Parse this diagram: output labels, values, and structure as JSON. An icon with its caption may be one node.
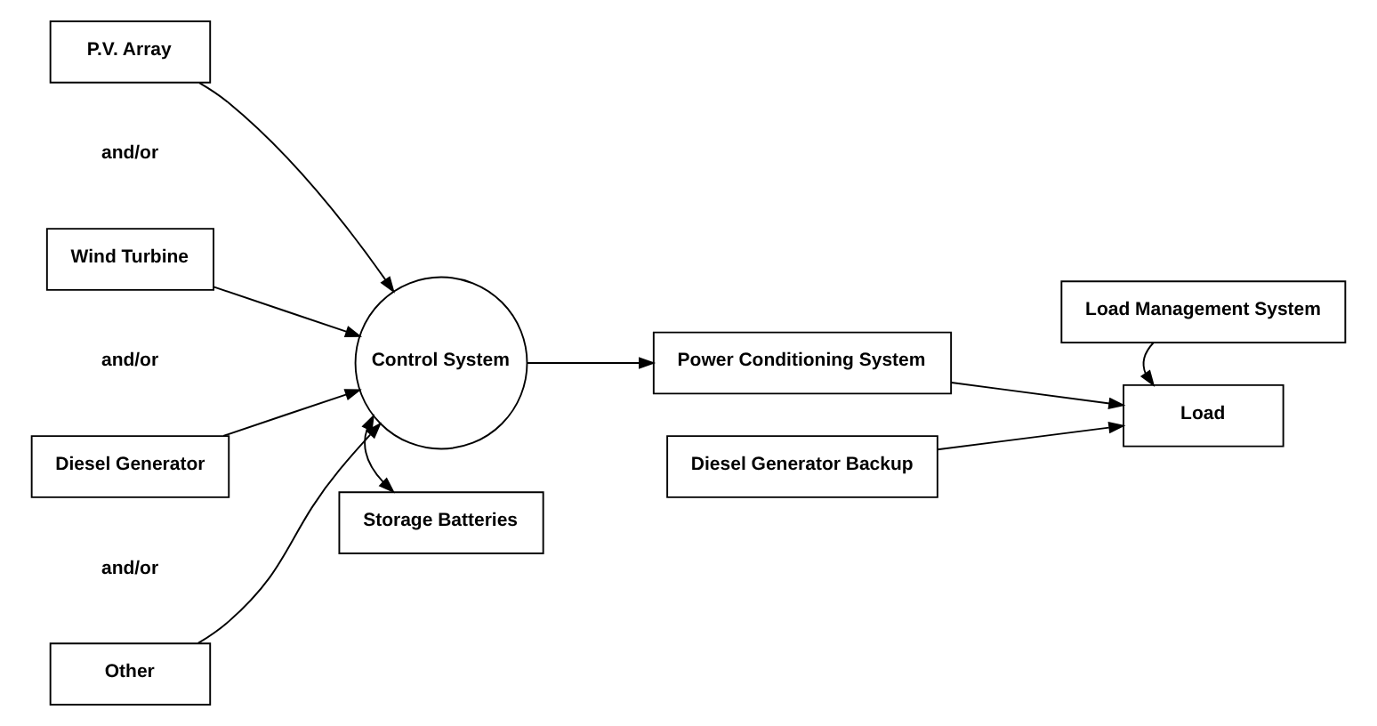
{
  "diagram": {
    "nodes": [
      {
        "text": [
          "P.V. Array"
        ]
      },
      {
        "text": [
          "Wind Turbine"
        ]
      },
      {
        "text": [
          "Diesel Generator"
        ]
      },
      {
        "text": [
          "Other"
        ]
      },
      {
        "text": [
          "Control System"
        ]
      },
      {
        "text": [
          "Storage Batteries"
        ]
      },
      {
        "text": [
          "Power Conditioning System"
        ]
      },
      {
        "text": [
          "Load Management System"
        ]
      },
      {
        "text": [
          "Load"
        ]
      },
      {
        "text": [
          "Diesel Generator Backup"
        ]
      }
    ],
    "edges": [
      {
        "from": 0,
        "to": 4,
        "arrow": "to"
      },
      {
        "from": 1,
        "to": 4,
        "arrow": "to"
      },
      {
        "from": 2,
        "to": 4,
        "arrow": "to"
      },
      {
        "from": 3,
        "to": 4,
        "arrow": "to"
      },
      {
        "from": 4,
        "to": 5,
        "arrow": "both"
      },
      {
        "from": 4,
        "to": 6,
        "arrow": "to"
      },
      {
        "from": 6,
        "to": 8,
        "arrow": "to"
      },
      {
        "from": 7,
        "to": 8,
        "arrow": "to"
      },
      {
        "from": 9,
        "to": 8,
        "arrow": "to"
      }
    ],
    "labels": [
      "and/or",
      "and/or",
      "and/or"
    ]
  }
}
